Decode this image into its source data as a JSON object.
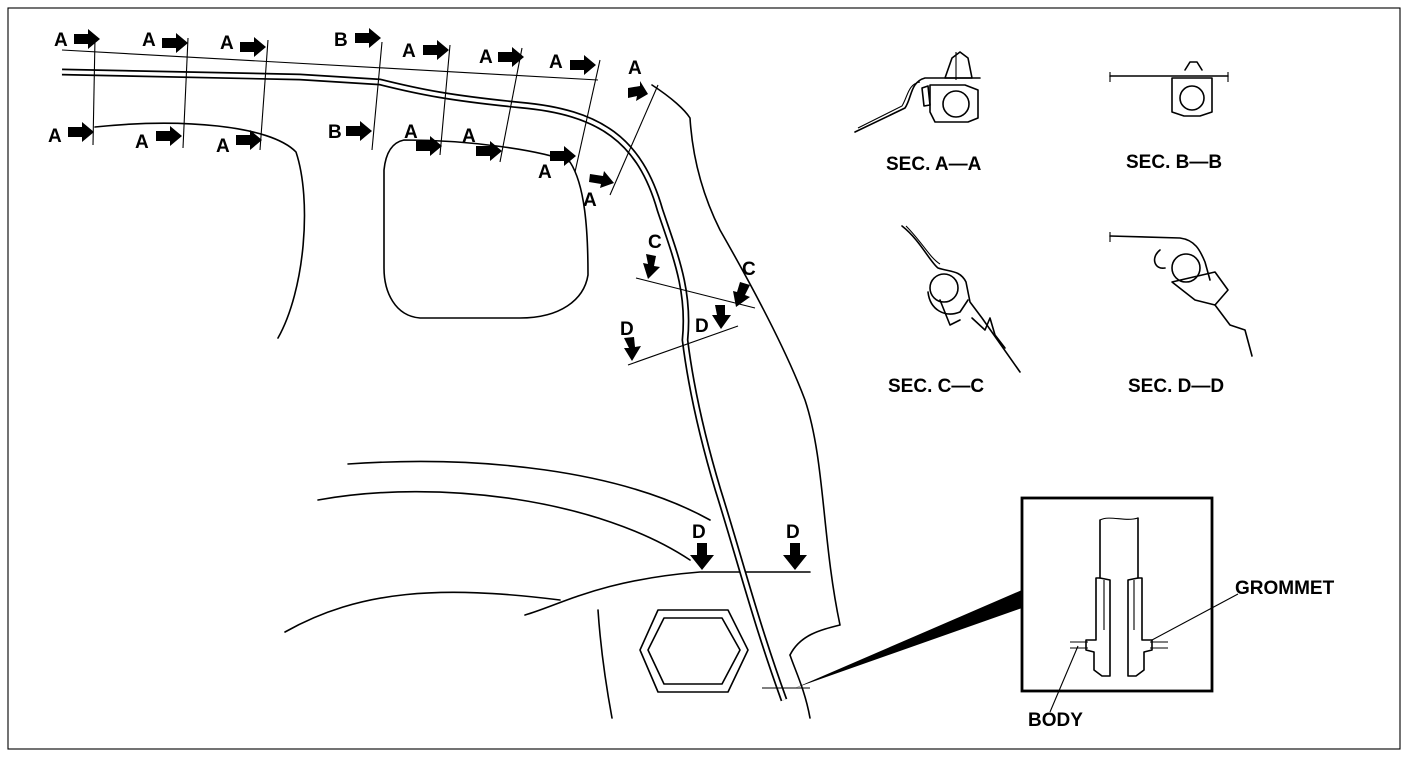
{
  "callouts": {
    "top_row": [
      "A",
      "A",
      "A",
      "B",
      "A",
      "A",
      "A",
      "A"
    ],
    "bottom_row": [
      "A",
      "A",
      "A",
      "B",
      "A",
      "A",
      "A",
      "A"
    ],
    "c_labels": [
      "C",
      "C"
    ],
    "d_labels": [
      "D",
      "D",
      "D",
      "D"
    ]
  },
  "sections": [
    {
      "label": "SEC. A—A"
    },
    {
      "label": "SEC. B—B"
    },
    {
      "label": "SEC. C—C"
    },
    {
      "label": "SEC. D—D"
    }
  ],
  "detail": {
    "grommet_label": "GROMMET",
    "body_label": "BODY"
  }
}
